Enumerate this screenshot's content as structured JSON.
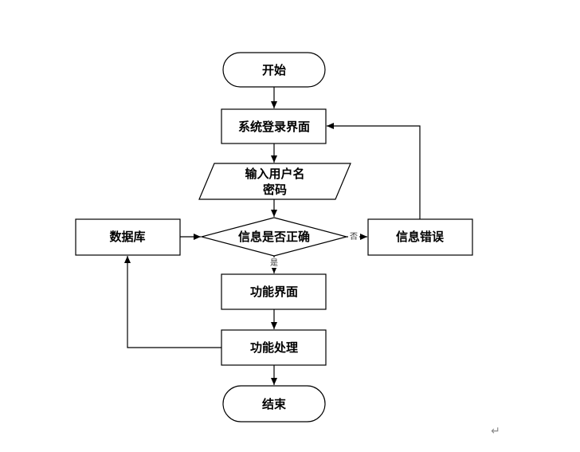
{
  "flowchart": {
    "nodes": {
      "start": "开始",
      "login_ui": "系统登录界面",
      "input_line1": "输入用户名",
      "input_line2": "密码",
      "decision": "信息是否正确",
      "database": "数据库",
      "info_error": "信息错误",
      "function_ui": "功能界面",
      "function_process": "功能处理",
      "end": "结束"
    },
    "edge_labels": {
      "no": "否",
      "yes": "是"
    }
  },
  "paragraph_mark": "↵"
}
